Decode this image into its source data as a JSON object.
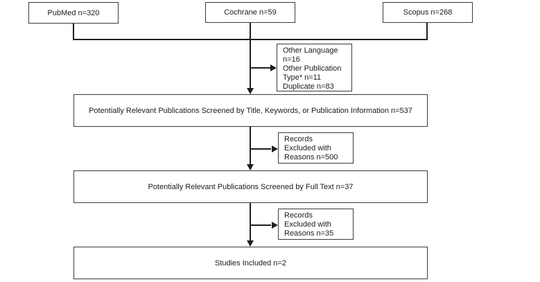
{
  "diagram": {
    "title": "literature-screening-flow",
    "colors": {
      "background": "#ffffff",
      "box_border": "#3a3a3a",
      "line": "#1e1e1e",
      "text": "#1b1b1b"
    },
    "sources": [
      {
        "label": "PubMed n=320"
      },
      {
        "label": "Cochrane n=59"
      },
      {
        "label": "Scopus n=268"
      }
    ],
    "exclusions": [
      {
        "lines": [
          "Other Language",
          "n=16",
          "Other Publication",
          "Type* n=11",
          "Duplicate n=83"
        ]
      },
      {
        "lines": [
          "Records",
          "Excluded with",
          "Reasons n=500"
        ]
      },
      {
        "lines": [
          "Records",
          "Excluded with",
          "Reasons n=35"
        ]
      }
    ],
    "stages": [
      {
        "label": "Potentially Relevant Publications Screened by Title, Keywords, or Publication Information n=537"
      },
      {
        "label": "Potentially Relevant Publications Screened by Full Text n=37"
      },
      {
        "label": "Studies Included n=2"
      }
    ]
  }
}
